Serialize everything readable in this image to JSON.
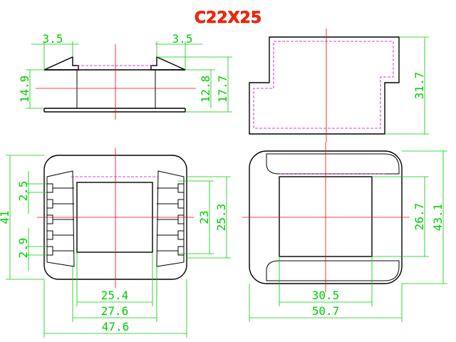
{
  "title": "C22X25",
  "dimensions": {
    "top_left_flange": "3.5",
    "top_right_flange": "3.5",
    "side_height": "14.9",
    "inner_height": "12.8",
    "outer_height": "17.7",
    "right_height": "31.7",
    "pin_pitch": "2.5",
    "overall_height": "41",
    "pin_width": "2.9",
    "pin_span": "23",
    "window_height": "25.3",
    "core_width": "25.4",
    "core_outer": "27.6",
    "overall_width": "47.6",
    "window_h": "26.7",
    "base_h": "43.1",
    "base_inner_w": "30.5",
    "base_w": "50.7"
  },
  "colors": {
    "title": "#ff2200",
    "dimension": "#00cc00",
    "centerline": "#ff0000",
    "hidden": "#cc00cc",
    "outline": "#000000"
  }
}
